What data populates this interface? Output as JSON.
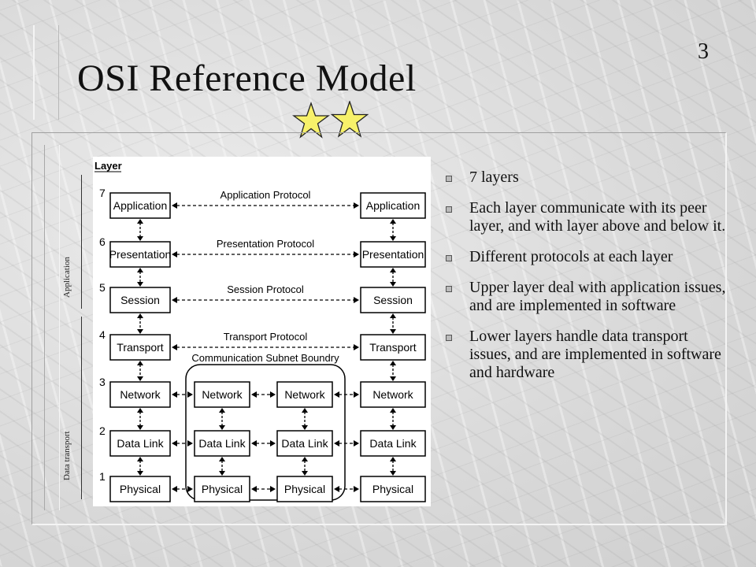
{
  "slide": {
    "title": "OSI Reference Model",
    "number": "3",
    "side_labels": {
      "application": "Application",
      "data_transport": "Data transport"
    }
  },
  "diagram": {
    "layer_heading": "Layer",
    "layers": [
      {
        "num": "7",
        "name": "Application",
        "protocol": "Application Protocol"
      },
      {
        "num": "6",
        "name": "Presentation",
        "protocol": "Presentation Protocol"
      },
      {
        "num": "5",
        "name": "Session",
        "protocol": "Session Protocol"
      },
      {
        "num": "4",
        "name": "Transport",
        "protocol": "Transport Protocol"
      },
      {
        "num": "3",
        "name": "Network",
        "protocol": ""
      },
      {
        "num": "2",
        "name": "Data Link",
        "protocol": ""
      },
      {
        "num": "1",
        "name": "Physical",
        "protocol": ""
      }
    ],
    "subnet_label": "Communication Subnet Boundry",
    "subnet_layers": [
      "Network",
      "Data Link",
      "Physical"
    ]
  },
  "bullets": [
    "7 layers",
    "Each layer communicate with its peer layer, and with layer above and below it.",
    "Different protocols at each layer",
    "Upper layer deal with application issues, and are implemented in software",
    "Lower layers handle data transport issues, and are implemented in software and hardware"
  ],
  "colors": {
    "star": "#f7f16a",
    "text": "#111111"
  }
}
